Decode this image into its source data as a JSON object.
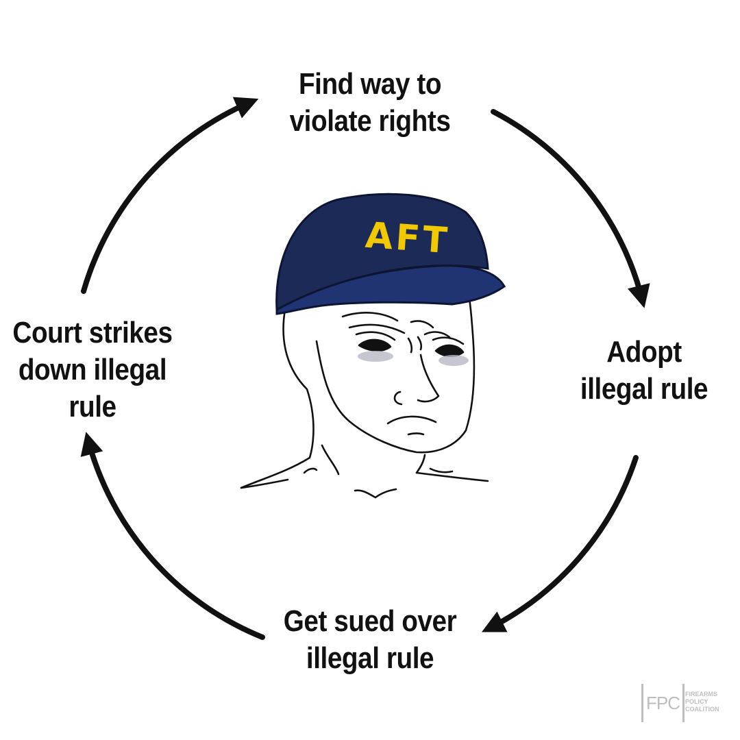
{
  "cycle_steps": [
    {
      "lines": [
        "Find way to",
        "violate rights"
      ]
    },
    {
      "lines": [
        "Adopt",
        "illegal rule"
      ]
    },
    {
      "lines": [
        "Get sued over",
        "illegal rule"
      ]
    },
    {
      "lines": [
        "Court strikes",
        "down illegal",
        "rule"
      ]
    }
  ],
  "cap": {
    "text": "AFT",
    "color": "#1b2a57",
    "text_color": "#f2c800"
  },
  "watermark": {
    "mark": "FPC",
    "lines": [
      "FIREARMS",
      "POLICY",
      "COALITION"
    ]
  },
  "colors": {
    "background": "#ffffff",
    "arrow": "#111111",
    "text": "#111111",
    "watermark": "#8a8a8a"
  }
}
